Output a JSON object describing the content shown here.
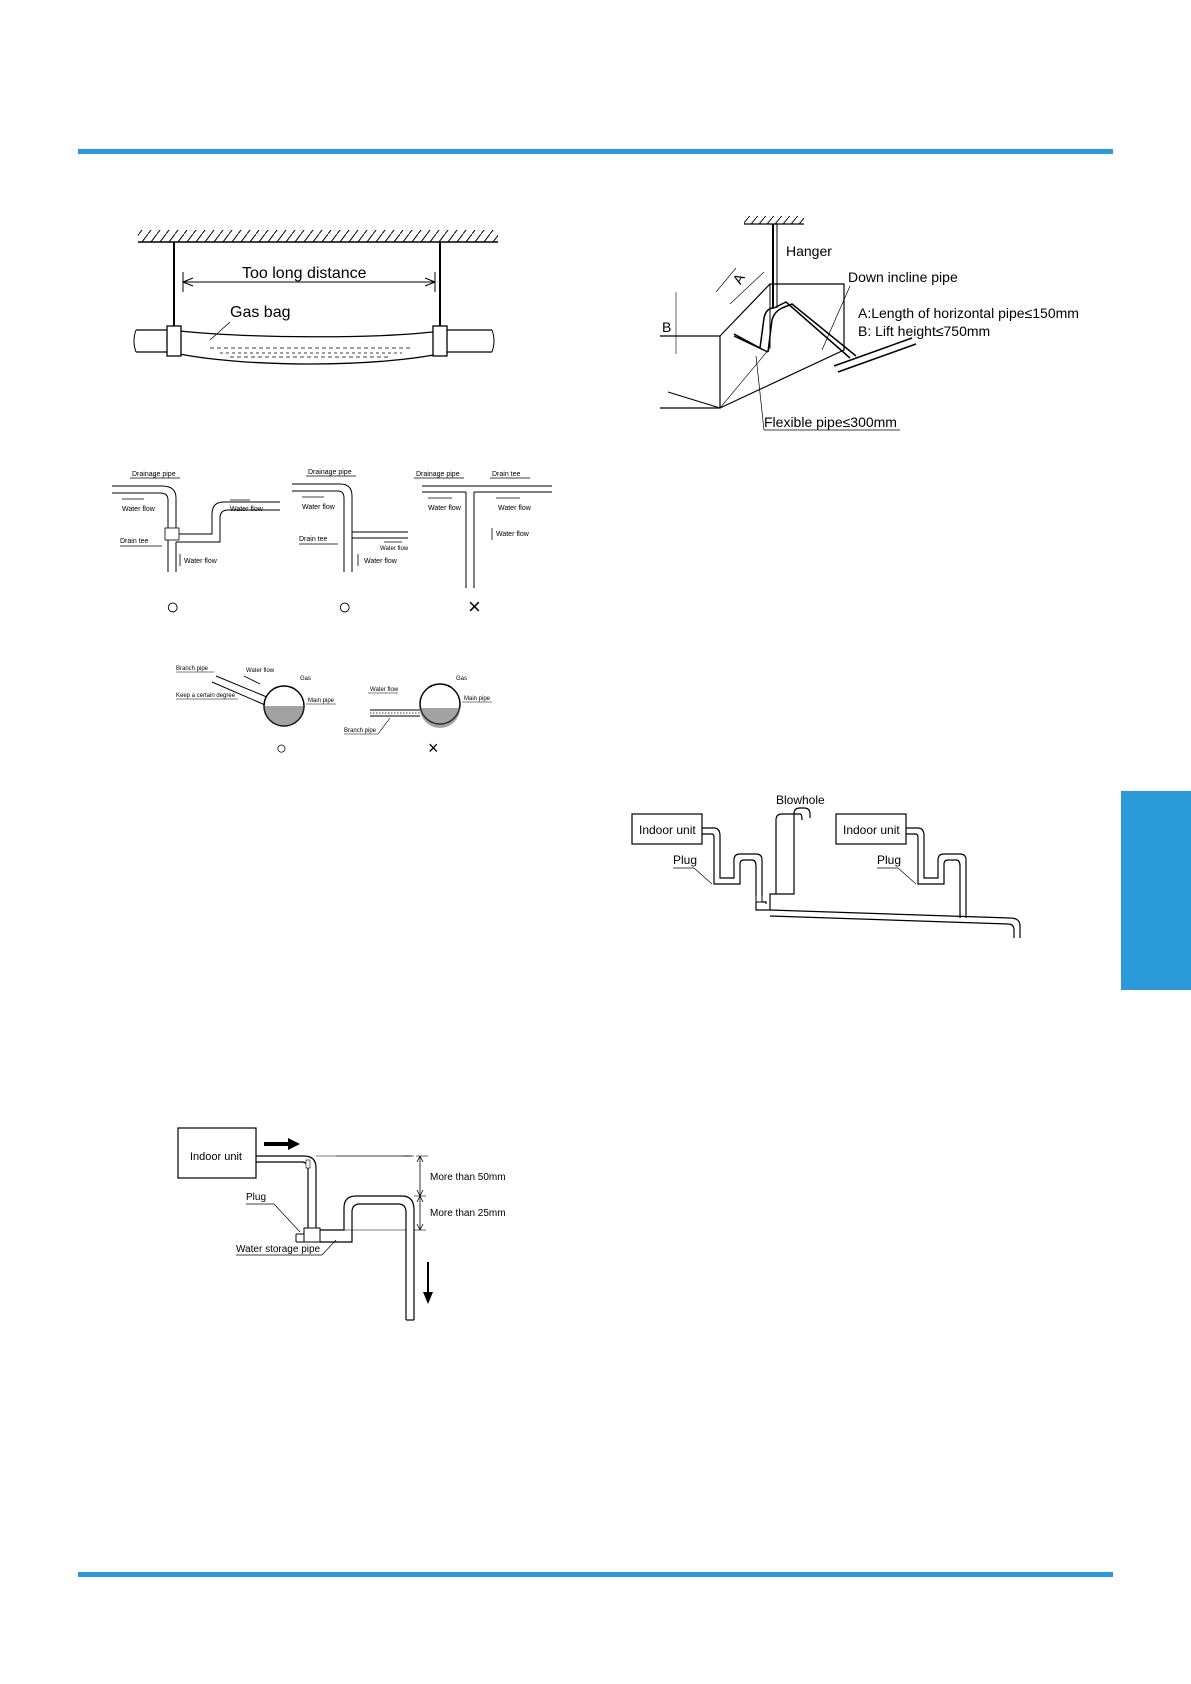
{
  "colors": {
    "accent": "#2a9ad9"
  },
  "fig_gas_bag": {
    "distance_label": "Too long distance",
    "gas_label": "Gas bag"
  },
  "fig_drain_tee": {
    "panel1": {
      "drainage": "Drainage pipe",
      "flow_left": "Water flow",
      "flow_right": "Water flow",
      "tee": "Drain  tee",
      "flow_down": "Water flow",
      "mark": "○"
    },
    "panel2": {
      "drainage": "Drainage pipe",
      "flow_left": "Water flow",
      "tee": "Drain  tee",
      "flow_branch": "Water flow",
      "flow_down": "Water flow",
      "mark": "○"
    },
    "panel3": {
      "drainage": "Drainage pipe",
      "tee": "Drain  tee",
      "flow_left": "Water flow",
      "flow_right": "Water flow",
      "flow_down": "Water flow",
      "mark": "×"
    }
  },
  "fig_branch": {
    "left": {
      "branch": "Branch pipe",
      "flow": "Water flow",
      "gas": "Gas",
      "degree": "Keep a certain degree",
      "main": "Main pipe",
      "mark": "○"
    },
    "right": {
      "flow": "Water flow",
      "gas": "Gas",
      "main": "Main pipe",
      "branch": "Branch pipe",
      "mark": "×"
    }
  },
  "fig_storage": {
    "unit": "Indoor  unit",
    "plug": "Plug",
    "storage": "Water storage pipe",
    "dim1": "More than 50mm",
    "dim2": "More than 25mm"
  },
  "fig_hanger": {
    "hanger": "Hanger",
    "incline": "Down incline pipe",
    "label_a": "A",
    "label_b": "B",
    "spec_a": "A:Length of horizontal pipe≤150mm",
    "spec_b": "B: Lift height≤750mm",
    "flexible": "Flexible pipe≤300mm"
  },
  "fig_blowhole": {
    "blowhole": "Blowhole",
    "unit_left": "Indoor unit",
    "plug_left": "Plug",
    "unit_right": "Indoor unit",
    "plug_right": "Plug"
  }
}
